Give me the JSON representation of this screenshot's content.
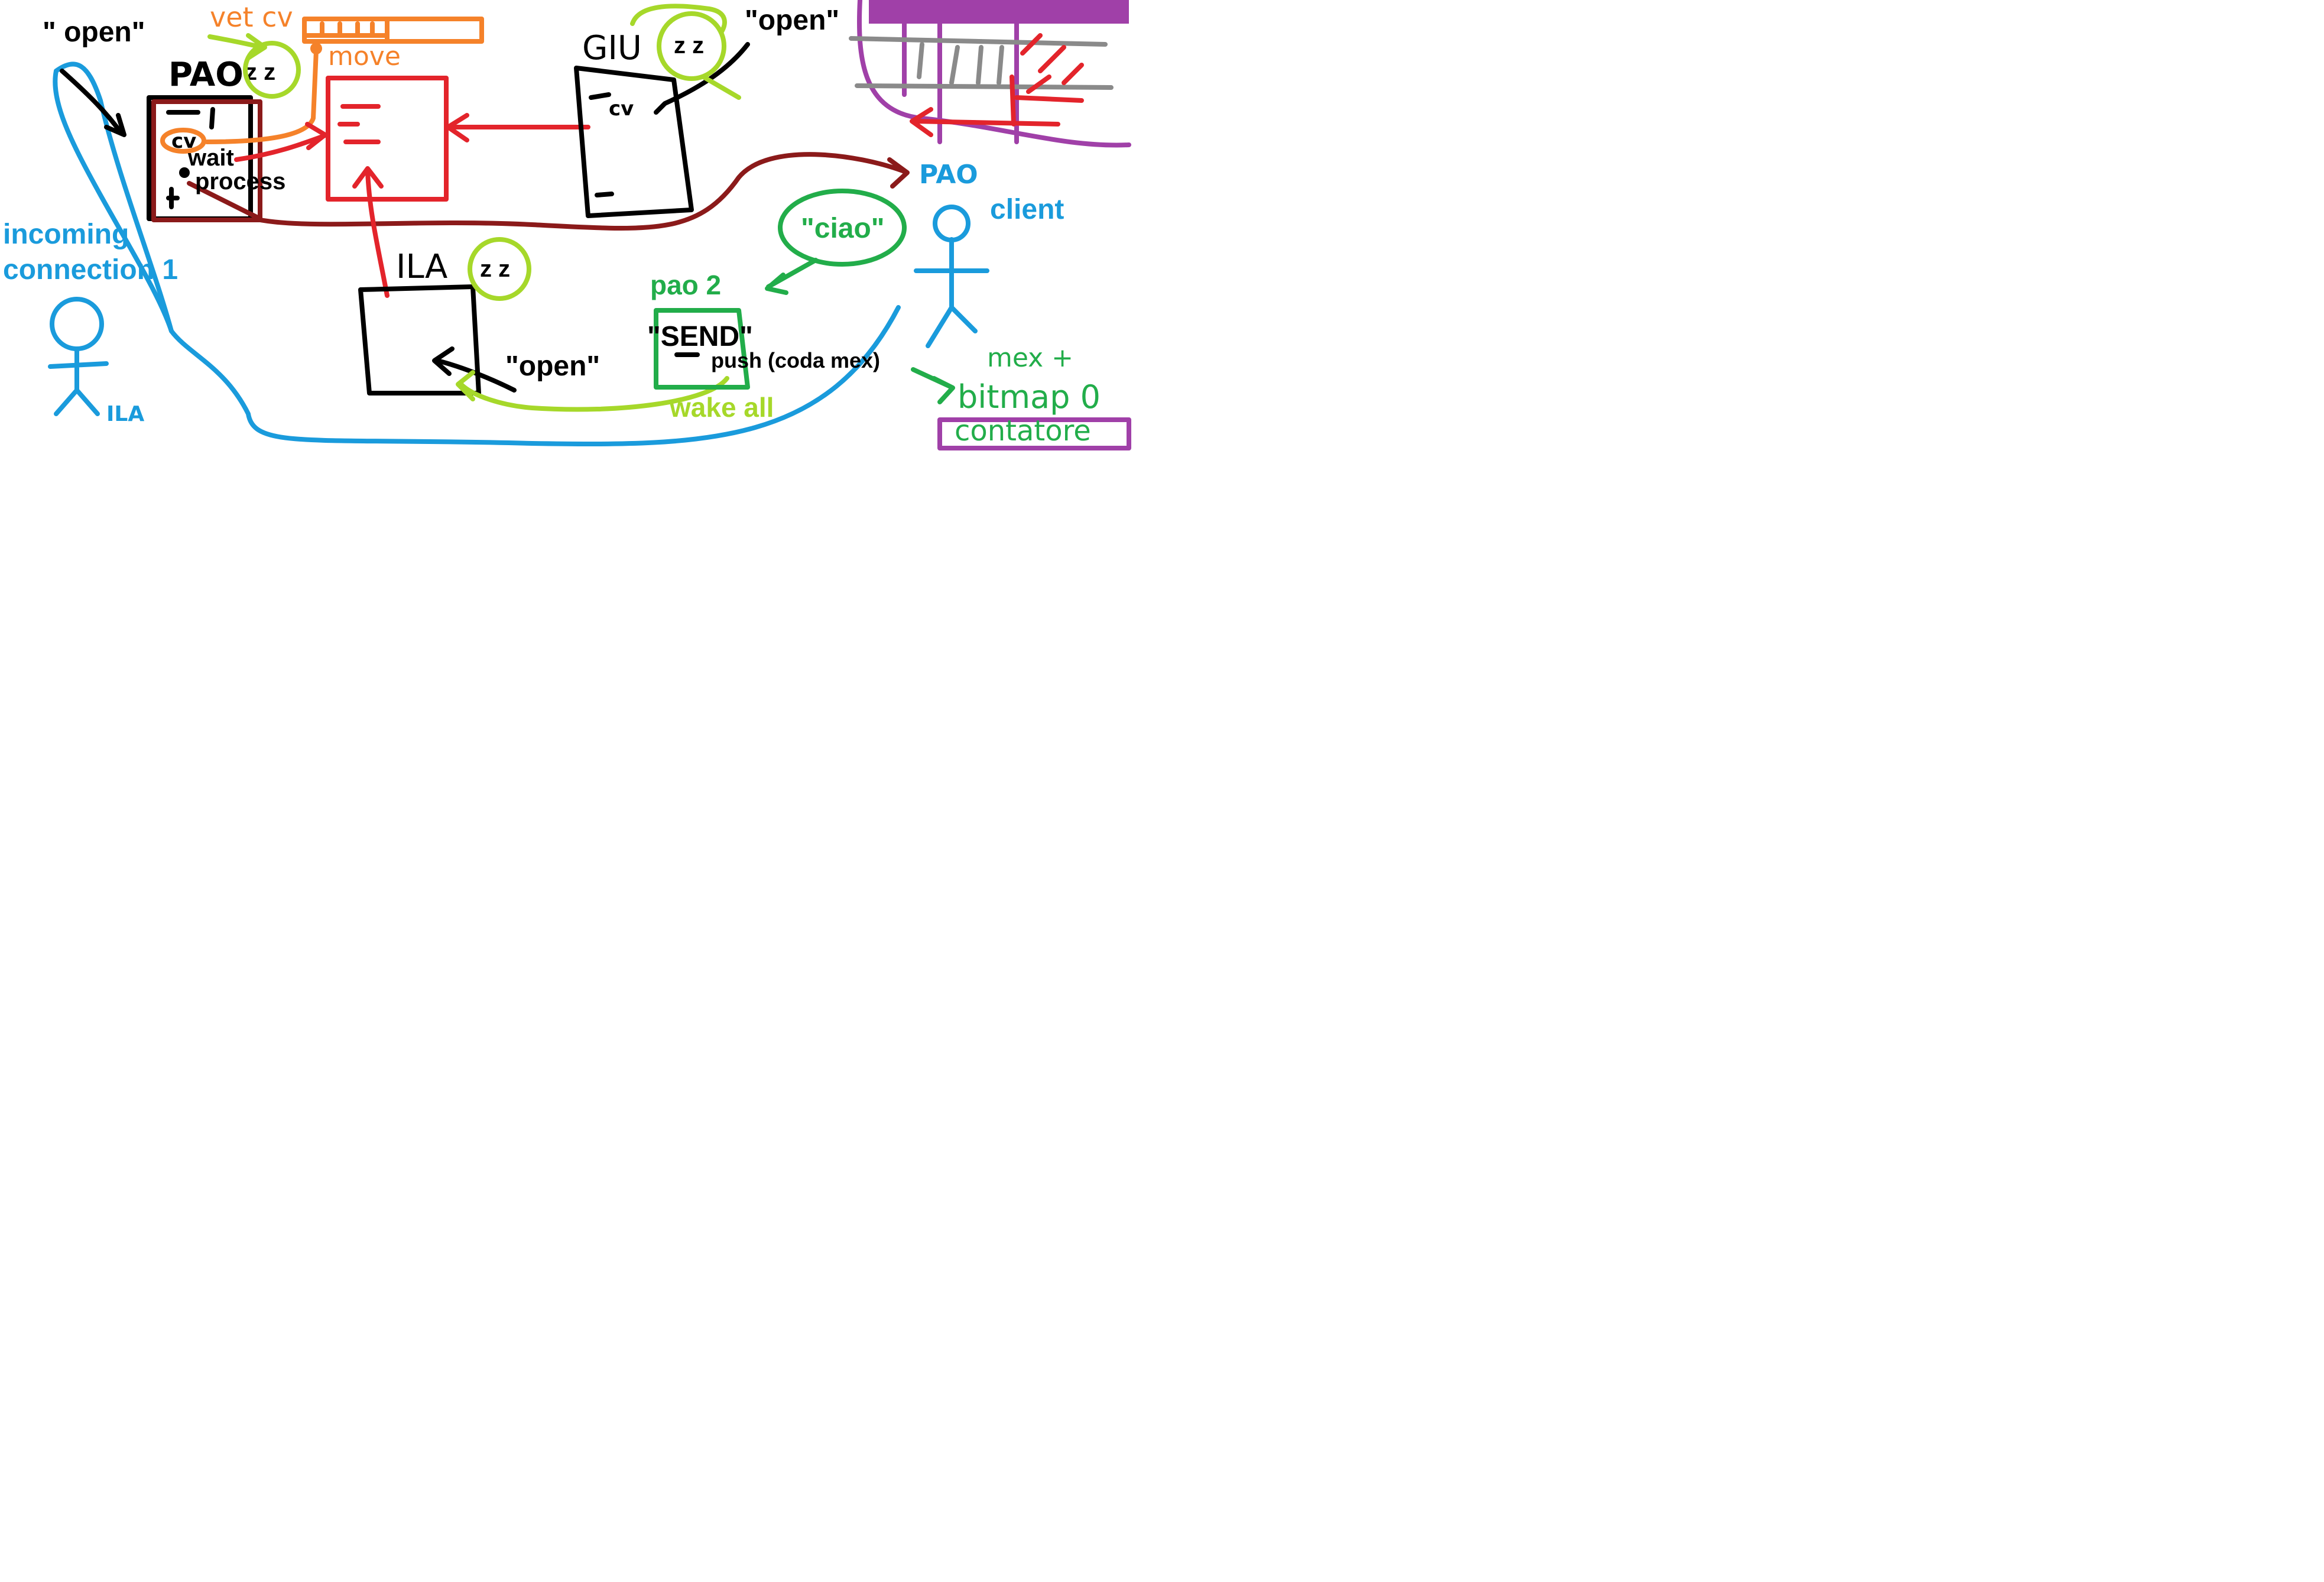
{
  "colors": {
    "black": "#000000",
    "blue": "#1a9bdc",
    "red": "#e3242b",
    "darkred": "#8b1a1a",
    "orange": "#f5822a",
    "lime": "#a6d82a",
    "green": "#22ad4a",
    "purple": "#a040a8",
    "gray": "#8a8a8a"
  },
  "labels": {
    "open_top_left": "\" open\"",
    "pao": "PAO",
    "vet_cv": "vet cv",
    "move": "move",
    "cv_pao": "cv",
    "wait": "wait",
    "process": "process",
    "giu": "GIU",
    "cv_giu": "cv",
    "open_giu": "\"open\"",
    "ila": "ILA",
    "open_ila": "\"open\"",
    "incoming_line1": "incoming",
    "incoming_line2": "connection 1",
    "ila_person": "ILA",
    "pao_client": "PAO",
    "client": "client",
    "ciao": "\"ciao\"",
    "pao2": "pao 2",
    "send": "\"SEND\"",
    "push": "push (coda mex)",
    "wake_all": "wake all",
    "mex_plus": "mex +",
    "bitmap": "bitmap 0",
    "contatore": "contatore",
    "zzz": "z z"
  }
}
